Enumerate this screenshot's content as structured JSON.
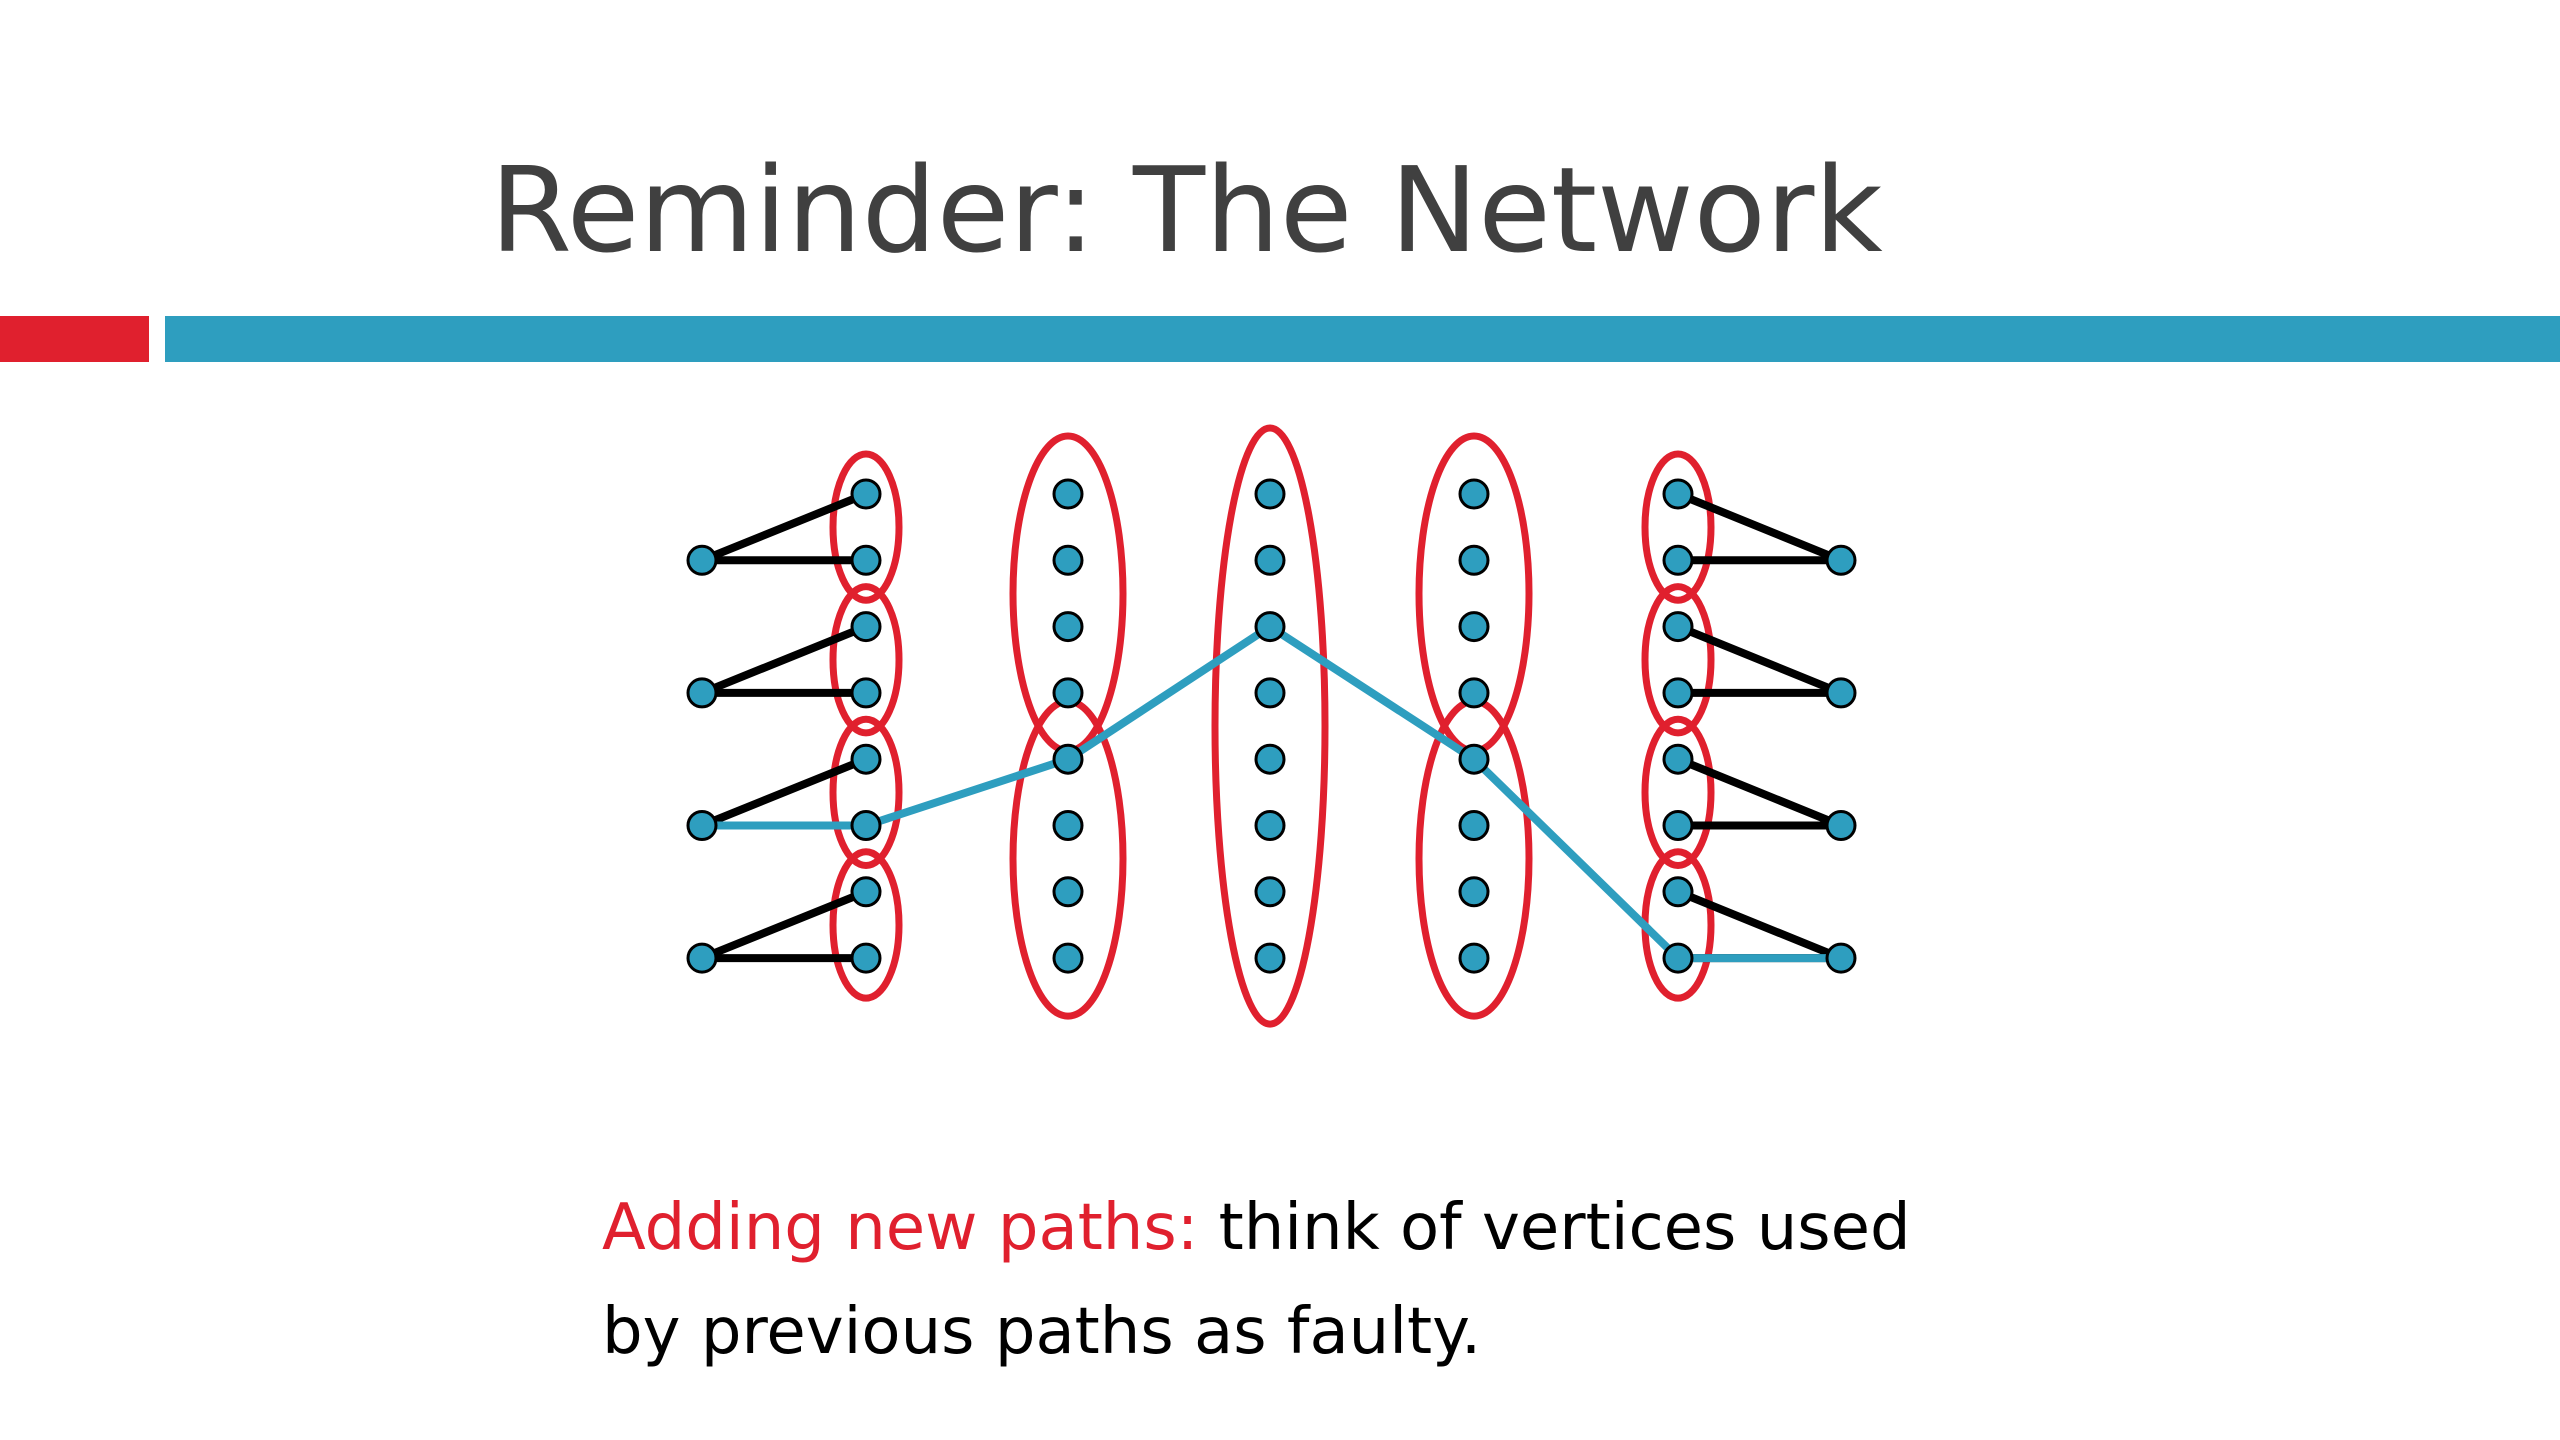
{
  "slide": {
    "title": "Reminder: The Network"
  },
  "caption": {
    "highlight": "Adding new paths:",
    "rest_line1": " think of vertices used",
    "line2": "by previous paths as faulty."
  },
  "colors": {
    "title_text": "#404040",
    "accent_red": "#E0202E",
    "accent_blue": "#2E9EBF",
    "vertex_fill": "#2E9EBF",
    "edge_black": "#000000",
    "highlighted_path": "#2E9EBF"
  },
  "diagram": {
    "description_icon": "network-graph",
    "columns": [
      {
        "id": "inputs",
        "vertices": 4
      },
      {
        "id": "layer1",
        "vertices": 8,
        "groups": [
          2,
          2,
          2,
          2
        ]
      },
      {
        "id": "layer2",
        "vertices": 8,
        "groups": [
          4,
          4
        ]
      },
      {
        "id": "layer3",
        "vertices": 8,
        "groups": [
          8
        ]
      },
      {
        "id": "layer4",
        "vertices": 8,
        "groups": [
          4,
          4
        ]
      },
      {
        "id": "layer5",
        "vertices": 8,
        "groups": [
          2,
          2,
          2,
          2
        ]
      },
      {
        "id": "outputs",
        "vertices": 4
      }
    ],
    "path": [
      {
        "column": "inputs",
        "vertex": 3
      },
      {
        "column": "layer1",
        "vertex": 6
      },
      {
        "column": "layer2",
        "vertex": 5
      },
      {
        "column": "layer3",
        "vertex": 3
      },
      {
        "column": "layer4",
        "vertex": 5
      },
      {
        "column": "layer5",
        "vertex": 8
      },
      {
        "column": "outputs",
        "vertex": 4
      }
    ]
  }
}
